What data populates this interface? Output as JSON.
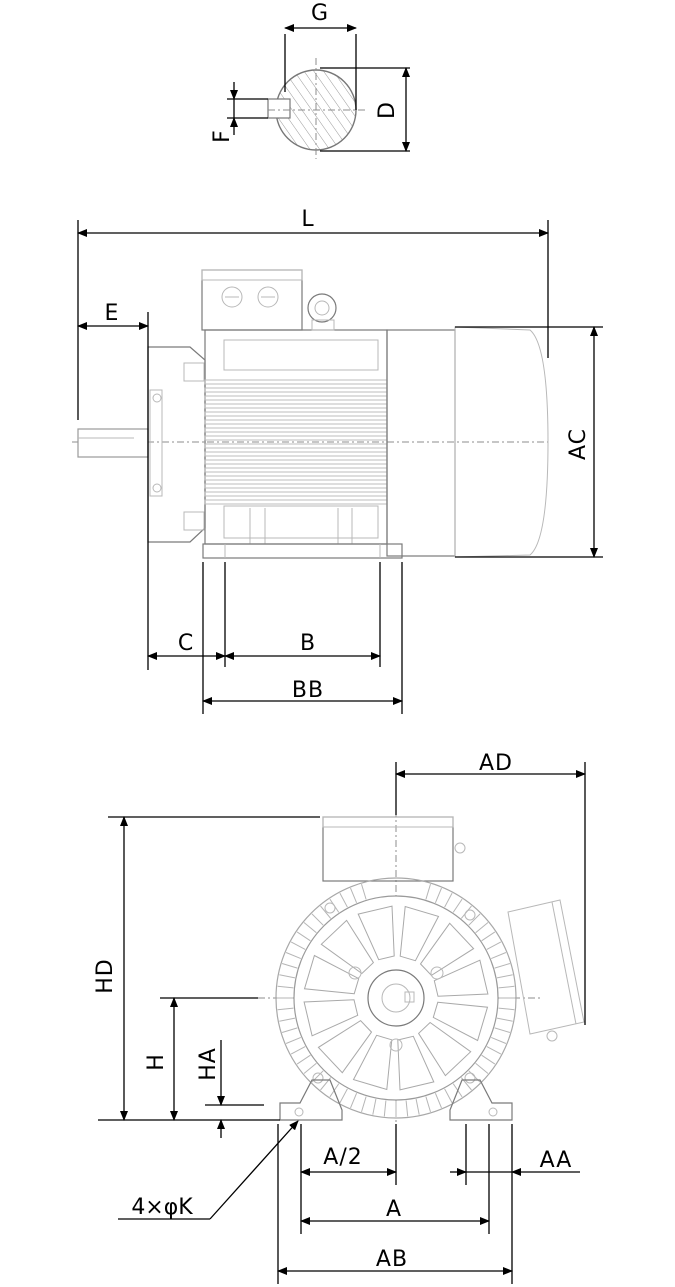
{
  "labels": {
    "G": "G",
    "D": "D",
    "F": "F",
    "L": "L",
    "E": "E",
    "AC": "AC",
    "C": "C",
    "B": "B",
    "BB": "BB",
    "AD": "AD",
    "HD": "HD",
    "H": "H",
    "HA": "HA",
    "A2": "A/2",
    "AA": "AA",
    "A": "A",
    "AB": "AB",
    "K": "4×φK"
  }
}
